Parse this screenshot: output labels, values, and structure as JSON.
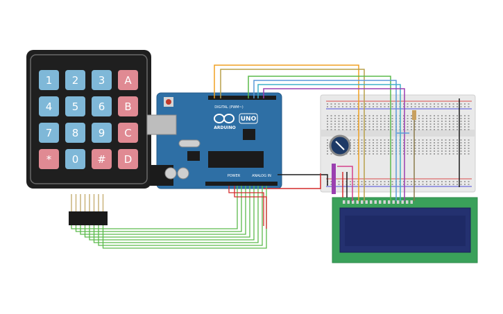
{
  "keypad": {
    "keys": [
      {
        "label": "1",
        "kind": "num"
      },
      {
        "label": "2",
        "kind": "num"
      },
      {
        "label": "3",
        "kind": "num"
      },
      {
        "label": "A",
        "kind": "letter"
      },
      {
        "label": "4",
        "kind": "num"
      },
      {
        "label": "5",
        "kind": "num"
      },
      {
        "label": "6",
        "kind": "num"
      },
      {
        "label": "B",
        "kind": "letter"
      },
      {
        "label": "7",
        "kind": "num"
      },
      {
        "label": "8",
        "kind": "num"
      },
      {
        "label": "9",
        "kind": "num"
      },
      {
        "label": "C",
        "kind": "letter"
      },
      {
        "label": "*",
        "kind": "letter"
      },
      {
        "label": "0",
        "kind": "num"
      },
      {
        "label": "#",
        "kind": "letter"
      },
      {
        "label": "D",
        "kind": "letter"
      }
    ]
  },
  "arduino": {
    "digital_label": "DIGITAL (PWM~)",
    "brand": "ARDUINO",
    "model": "UNO",
    "power_label": "POWER",
    "analog_label": "ANALOG IN"
  },
  "colors": {
    "keypad_body": "#1f1f1f",
    "num_key": "#7fb8d8",
    "letter_key": "#e08a93",
    "arduino_board": "#2e6fa5",
    "lcd_pcb": "#3aa15a",
    "lcd_screen": "#1e2a66",
    "breadboard": "#e9e9e9"
  }
}
